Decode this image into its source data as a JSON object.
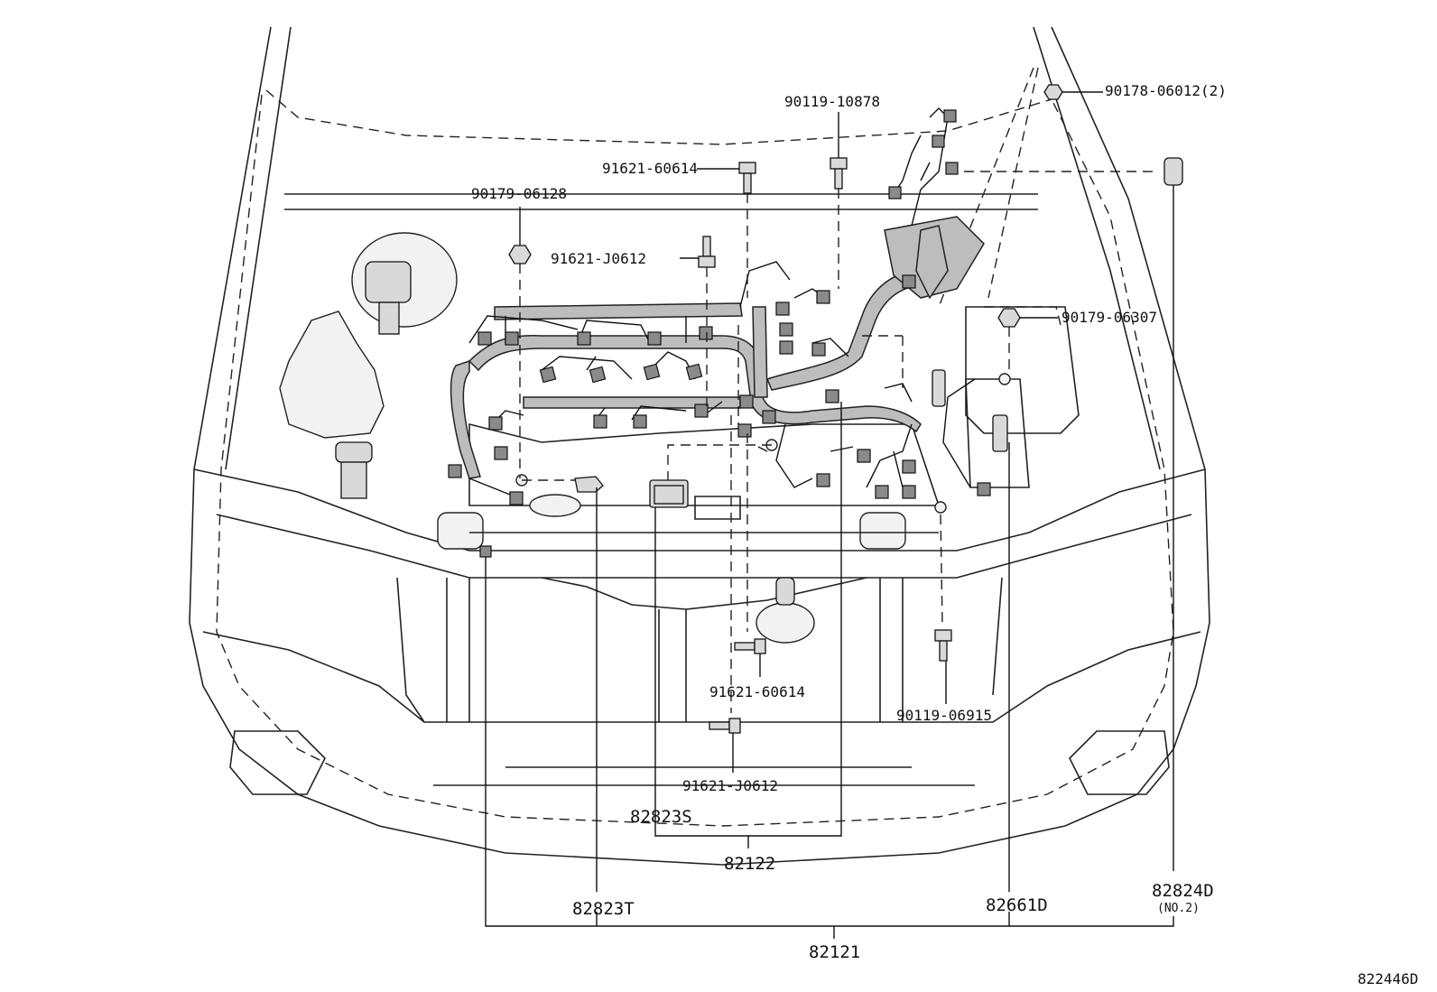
{
  "diagram": {
    "callouts": [
      {
        "id": "c1",
        "text": "90178-06012(2)"
      },
      {
        "id": "c2",
        "text": "90119-10878"
      },
      {
        "id": "c3",
        "text": "91621-60614"
      },
      {
        "id": "c4",
        "text": "90179-06128"
      },
      {
        "id": "c5",
        "text": "91621-J0612"
      },
      {
        "id": "c6",
        "text": "90179-06307"
      },
      {
        "id": "c7",
        "text": "91621-60614"
      },
      {
        "id": "c8",
        "text": "90119-06915"
      },
      {
        "id": "c9",
        "text": "91621-J0612"
      },
      {
        "id": "c10",
        "text": "82823S"
      },
      {
        "id": "c11",
        "text": "82122"
      },
      {
        "id": "c12",
        "text": "82823T"
      },
      {
        "id": "c13",
        "text": "82661D"
      },
      {
        "id": "c14",
        "text": "82824D"
      },
      {
        "id": "c15",
        "text": "(NO.2)"
      },
      {
        "id": "c16",
        "text": "82121"
      }
    ],
    "figure_id": "822446D"
  }
}
